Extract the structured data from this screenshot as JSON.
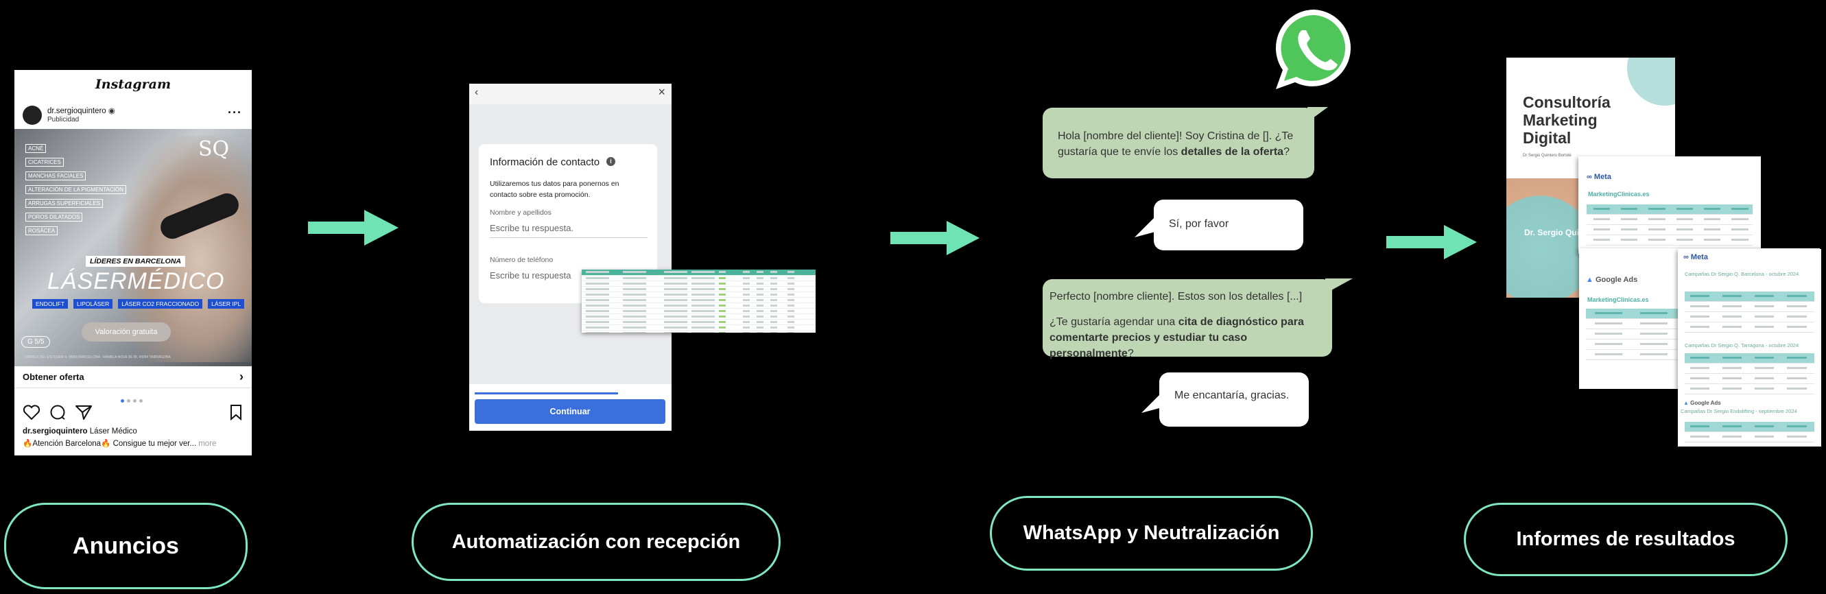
{
  "steps": [
    {
      "label": "Anuncios"
    },
    {
      "label": "Automatización con recepción"
    },
    {
      "label": "WhatsApp y Neutralización"
    },
    {
      "label": "Informes de resultados"
    }
  ],
  "colors": {
    "accent": "#7fe7bf",
    "arrow": "#6fe3b3",
    "background": "#000000",
    "whatsapp": "#4fc55a"
  },
  "instagram": {
    "logo": "Instagram",
    "account": "dr.sergioquintero",
    "sponsored": "Publicidad",
    "more_icon": "more-dots-icon",
    "brand": "SQ",
    "tags": [
      "ACNÉ",
      "CICATRICES",
      "MANCHAS FACIALES",
      "ALTERACIÓN DE LA PIGMENTACIÓN",
      "ARRUGAS SUPERFICIALES",
      "POROS DILATADOS",
      "ROSÁCEA"
    ],
    "leaders": "LÍDERES EN BARCELONA",
    "headline": "LÁSERMÉDICO",
    "chips": [
      "ENDOLIFT",
      "LIPOLÁSER",
      "LÁSER CO2 FRACCIONADO",
      "LÁSER IPL"
    ],
    "cta_image": "Valoración gratuita",
    "rating": "G 5/5",
    "fine_print": "CARRER DEL ESCUDER 4, 08850 BARCELONA · RAMBLA NOVA 36-38, 43004 TARRAGONA",
    "offer": "Obtener oferta",
    "caption_user": "dr.sergioquintero",
    "caption_title": "Láser Médico",
    "caption_text": "🔥Atención Barcelona🔥 Consigue tu mejor ver...",
    "caption_more": "more"
  },
  "form": {
    "title": "Información de contacto",
    "description": "Utilizaremos tus datos para ponernos en contacto sobre esta promoción.",
    "name_label": "Nombre y apellidos",
    "name_placeholder": "Escribe tu respuesta.",
    "phone_label": "Número de teléfono",
    "phone_placeholder": "Escribe tu respuesta",
    "button": "Continuar",
    "progress": 0.75
  },
  "chat": {
    "msg1_a": "Hola [nombre del cliente]! Soy Cristina de []. ¿Te gustaría que te envíe los ",
    "msg1_b": "detalles de la oferta",
    "msg1_c": "?",
    "reply1": "Sí, por favor",
    "msg2_a": "Perfecto [nombre cliente]. Estos son los detalles [...]",
    "msg2_b": "¿Te gustaría agendar una ",
    "msg2_c": "cita de diagnóstico para comentarte precios y estudiar tu caso personalmente",
    "msg2_d": "?",
    "reply2": "Me encantaría, gracias."
  },
  "reports": {
    "cover_title": "Consultoría Marketing Digital",
    "cover_sub": "Dr Sergio Quintero Bortolé",
    "cover_photo_text": "Dr. Sergio Quin",
    "meta": "Meta",
    "marketing_site": "MarketingClinicas.es",
    "google_ads": "Google Ads",
    "campaign1": "Campañas Dr Sergio Q. Barcelona - octubre 2024",
    "campaign2": "Campañas Dr Sergio Q. Tarragona - octubre 2024",
    "campaign3": "Campañas Dr Sergio Endolifting - septiembre 2024"
  }
}
